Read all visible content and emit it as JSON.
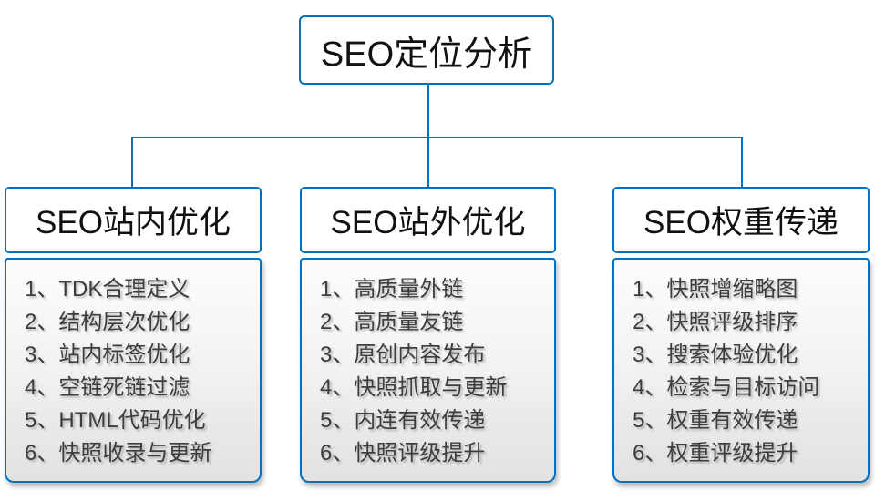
{
  "colors": {
    "accent_blue": "#0070C0",
    "list_text": "#3d3d3d",
    "list_bg_top": "#fdfdfd",
    "list_bg_bottom": "#e2e2e2"
  },
  "root": {
    "label": "SEO定位分析"
  },
  "columns": [
    {
      "title": "SEO站内优化",
      "items": [
        "1、TDK合理定义",
        "2、结构层次优化",
        "3、站内标签优化",
        "4、空链死链过滤",
        "5、HTML代码优化",
        "6、快照收录与更新"
      ]
    },
    {
      "title": "SEO站外优化",
      "items": [
        "1、高质量外链",
        "2、高质量友链",
        "3、原创内容发布",
        "4、快照抓取与更新",
        "5、内连有效传递",
        "6、快照评级提升"
      ]
    },
    {
      "title": "SEO权重传递",
      "items": [
        "1、快照增缩略图",
        "2、快照评级排序",
        "3、搜索体验优化",
        "4、检索与目标访问",
        "5、权重有效传递",
        "6、权重评级提升"
      ]
    }
  ]
}
